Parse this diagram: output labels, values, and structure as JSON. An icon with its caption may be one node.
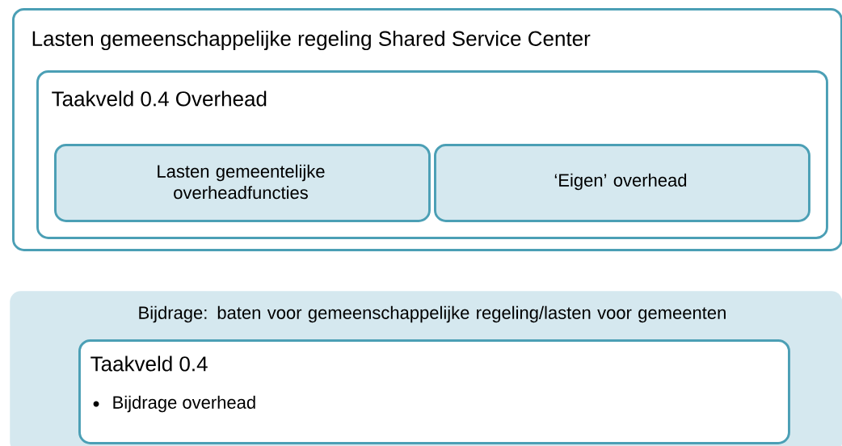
{
  "diagram": {
    "nodes": [
      {
        "text": [
          "Lasten gemeenschappelijke regeling Shared Service Center"
        ]
      },
      {
        "text": [
          "Taakveld 0.4 Overhead"
        ],
        "in": 0
      },
      {
        "text": [
          "Lasten gemeentelijke overheadfuncties"
        ],
        "in": 1
      },
      {
        "text": [
          "‘Eigen’ overhead"
        ],
        "in": 1
      },
      {
        "text": [
          "Bijdrage: baten voor gemeenschappelijke regeling/lasten voor gemeenten"
        ]
      },
      {
        "text": [
          "Taakveld 0.4",
          "Bijdrage overhead"
        ],
        "in": 4
      }
    ]
  }
}
